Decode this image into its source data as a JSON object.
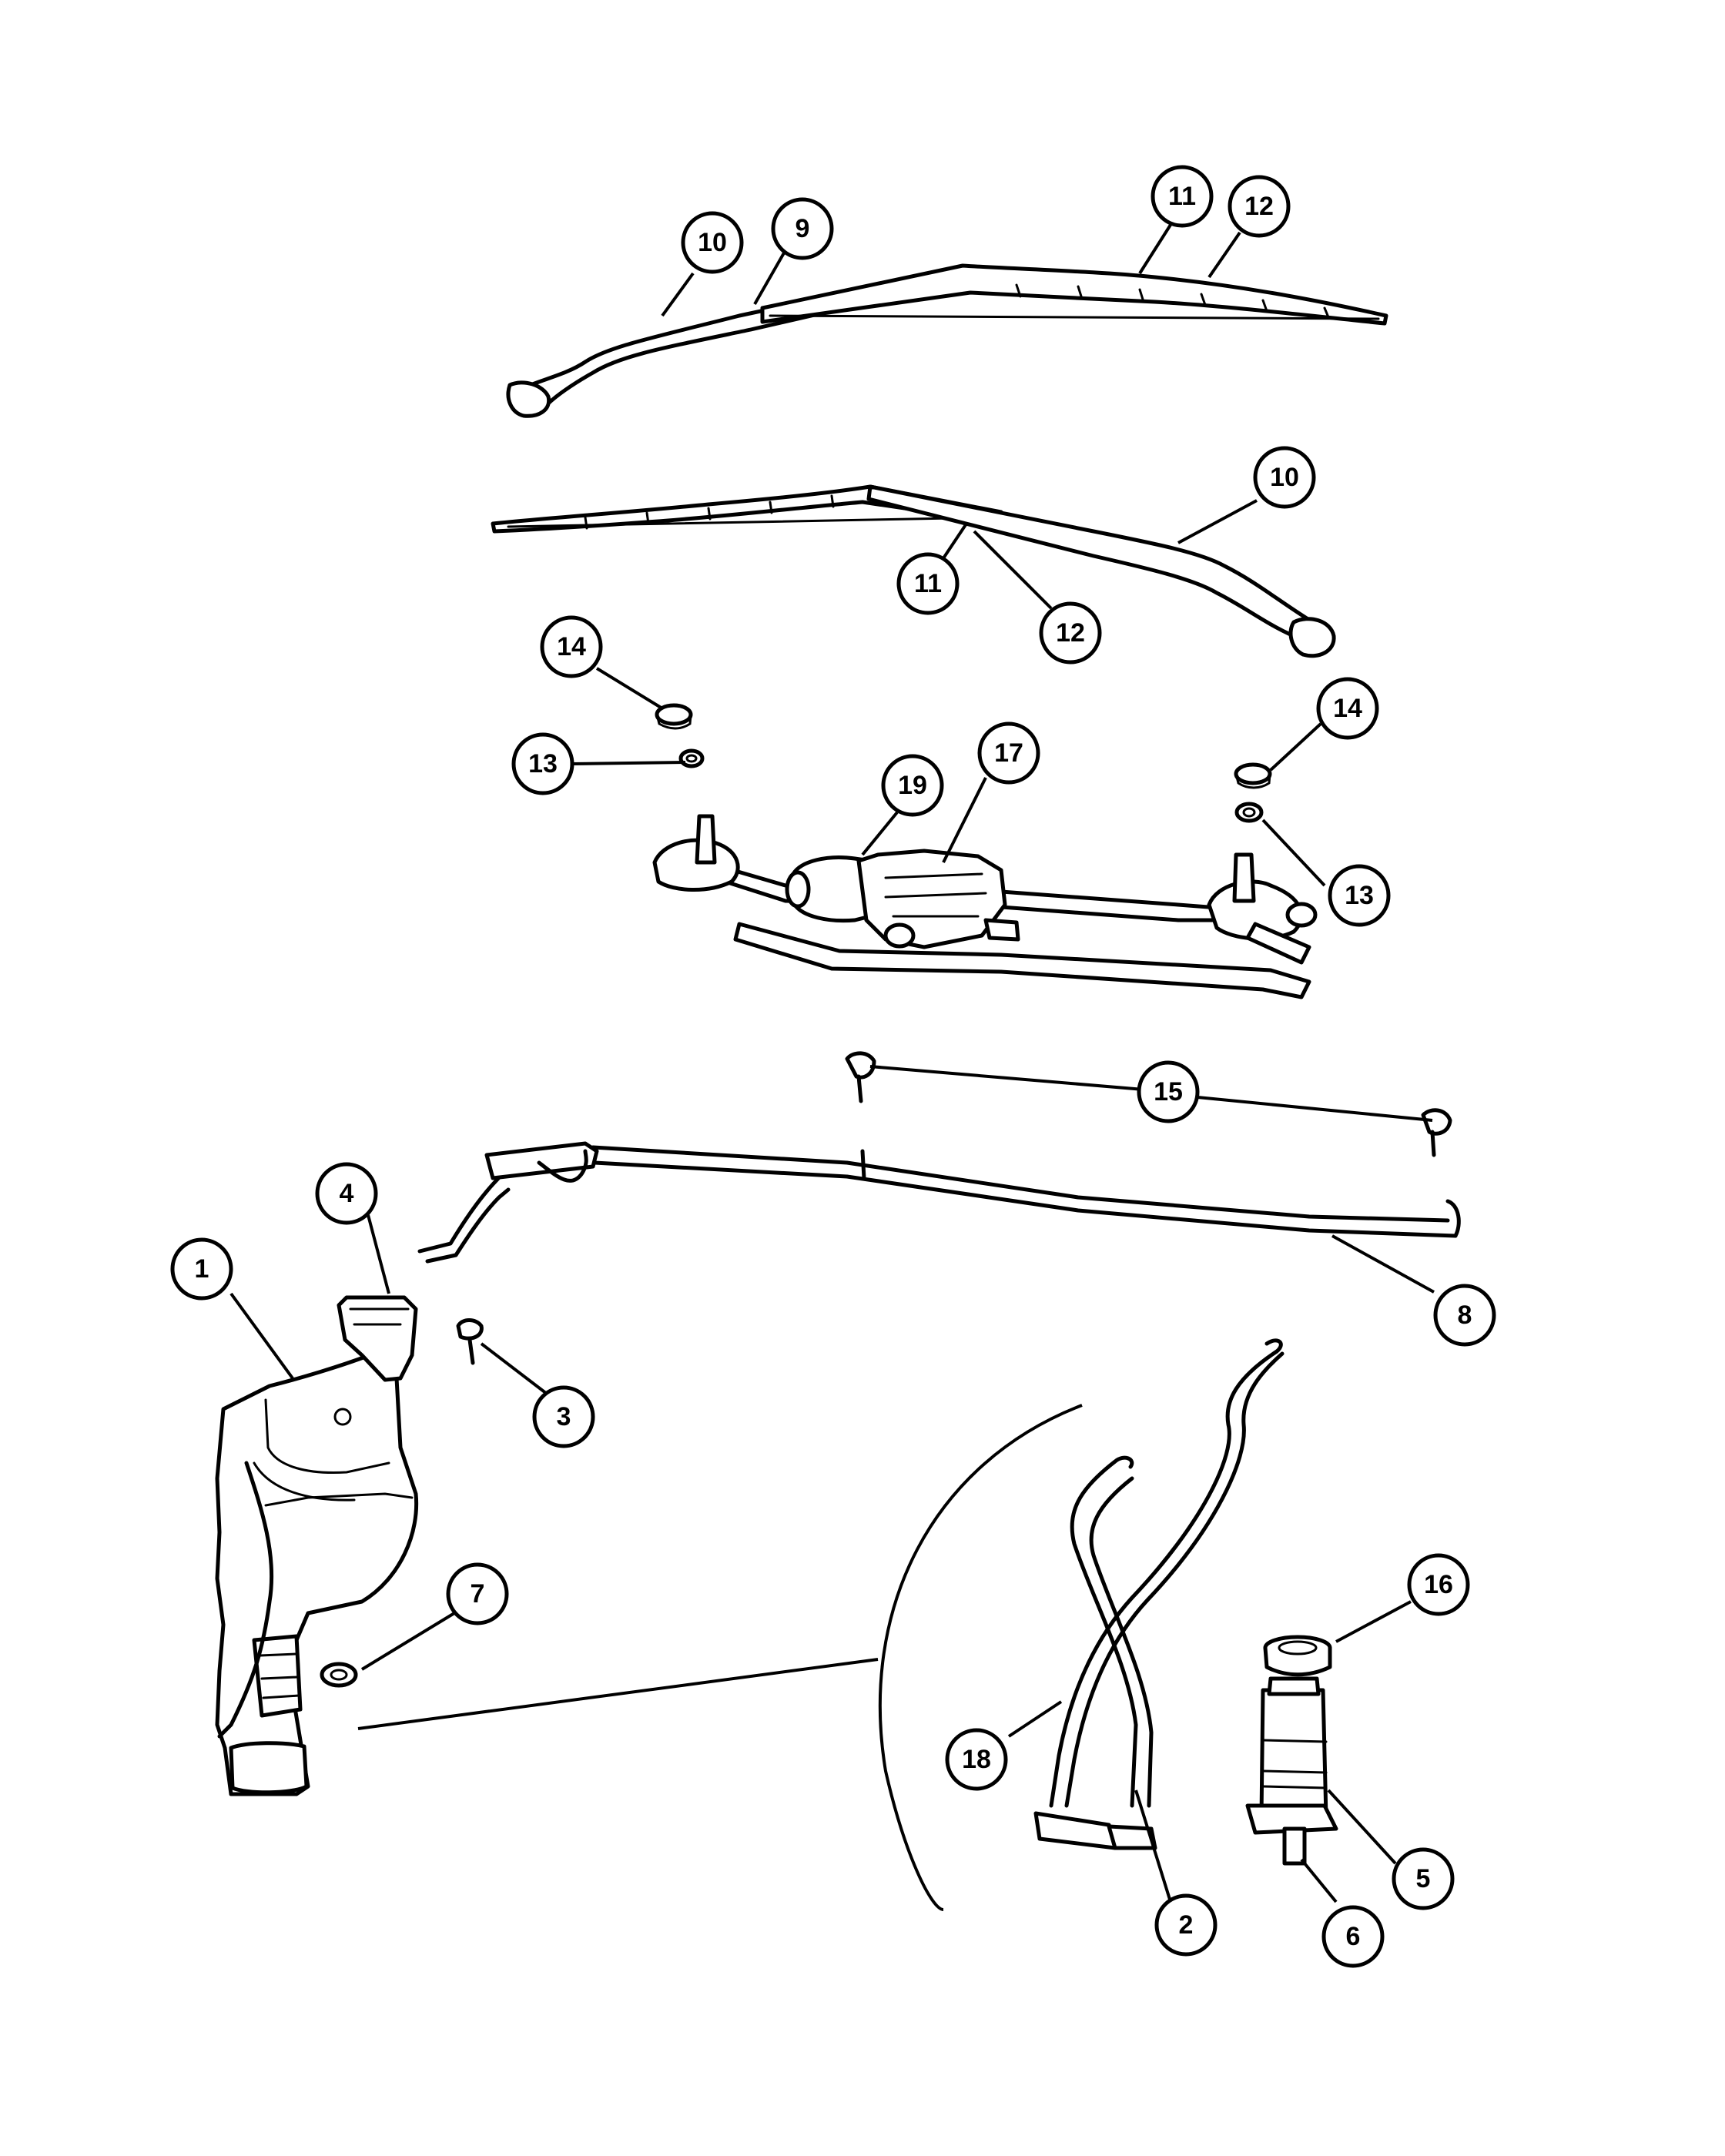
{
  "callouts": [
    {
      "id": "c10a",
      "label": "10"
    },
    {
      "id": "c9",
      "label": "9"
    },
    {
      "id": "c11a",
      "label": "11"
    },
    {
      "id": "c12a",
      "label": "12"
    },
    {
      "id": "c10b",
      "label": "10"
    },
    {
      "id": "c11b",
      "label": "11"
    },
    {
      "id": "c12b",
      "label": "12"
    },
    {
      "id": "c14a",
      "label": "14"
    },
    {
      "id": "c13a",
      "label": "13"
    },
    {
      "id": "c19",
      "label": "19"
    },
    {
      "id": "c17",
      "label": "17"
    },
    {
      "id": "c14b",
      "label": "14"
    },
    {
      "id": "c13b",
      "label": "13"
    },
    {
      "id": "c15",
      "label": "15"
    },
    {
      "id": "c4",
      "label": "4"
    },
    {
      "id": "c1",
      "label": "1"
    },
    {
      "id": "c8",
      "label": "8"
    },
    {
      "id": "c3",
      "label": "3"
    },
    {
      "id": "c7",
      "label": "7"
    },
    {
      "id": "c16",
      "label": "16"
    },
    {
      "id": "c18",
      "label": "18"
    },
    {
      "id": "c5",
      "label": "5"
    },
    {
      "id": "c2",
      "label": "2"
    },
    {
      "id": "c6",
      "label": "6"
    }
  ]
}
